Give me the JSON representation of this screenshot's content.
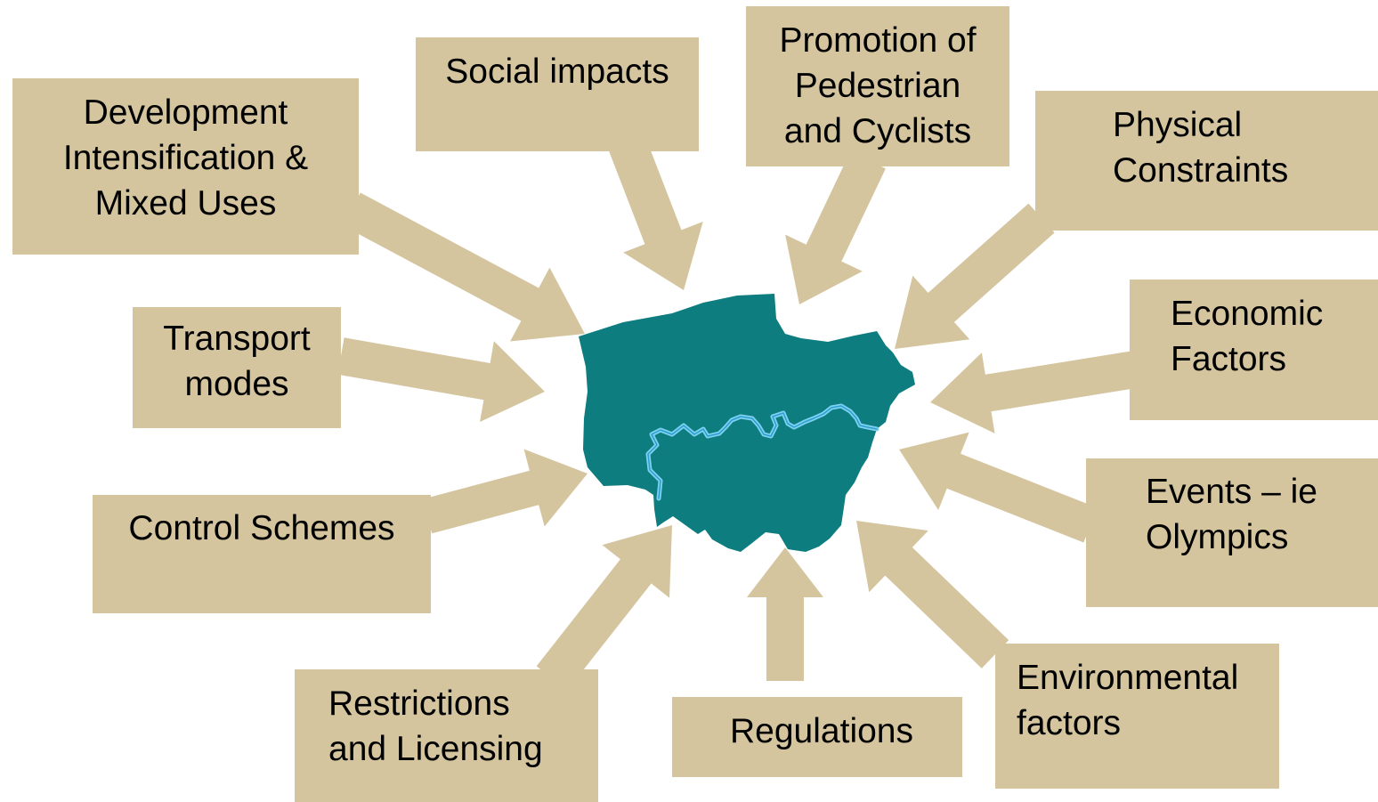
{
  "colors": {
    "box_fill": "#d5c59f",
    "map_fill": "#0d7d7f",
    "river": "#7fd1f0",
    "text": "#000000"
  },
  "center": {
    "icon": "greater-london-map",
    "feature": "river"
  },
  "factors": [
    {
      "id": "development",
      "lines": [
        "Development",
        "Intensification &",
        "Mixed Uses"
      ]
    },
    {
      "id": "social",
      "lines": [
        "Social impacts"
      ]
    },
    {
      "id": "promotion",
      "lines": [
        "Promotion of",
        "Pedestrian",
        "and Cyclists"
      ]
    },
    {
      "id": "physical",
      "lines": [
        "Physical",
        "Constraints"
      ]
    },
    {
      "id": "transport",
      "lines": [
        "Transport",
        "modes"
      ]
    },
    {
      "id": "economic",
      "lines": [
        "Economic",
        "Factors"
      ]
    },
    {
      "id": "control",
      "lines": [
        "Control Schemes"
      ]
    },
    {
      "id": "events",
      "lines": [
        "Events – ie",
        "Olympics"
      ]
    },
    {
      "id": "restrictions",
      "lines": [
        "Restrictions",
        "and Licensing"
      ]
    },
    {
      "id": "regulations",
      "lines": [
        "Regulations"
      ]
    },
    {
      "id": "environmental",
      "lines": [
        "Environmental",
        "factors"
      ]
    }
  ]
}
